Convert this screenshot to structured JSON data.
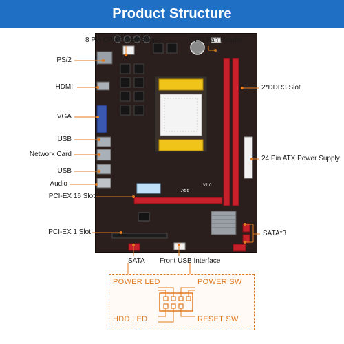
{
  "header": {
    "title": "Product Structure"
  },
  "callouts": {
    "cpu_power": "8 Pin CPU Power Supply",
    "cpu_fan": "CPU Fan Header",
    "ps2": "PS/2",
    "hdmi": "HDMI",
    "vga": "VGA",
    "usb_top": "USB",
    "network": "Network Card",
    "usb_bottom": "USB",
    "audio": "Audio",
    "pcie16": "PCI-EX 16 Slot",
    "pcie1": "PCI-EX 1 Slot",
    "ddr3": "2*DDR3 Slot",
    "atx_power": "24 Pin ATX Power Supply",
    "sata3": "SATA*3",
    "sata": "SATA",
    "front_usb": "Front USB Interface"
  },
  "board": {
    "chip_label": "A55",
    "version": "V1.0"
  },
  "panel_header": {
    "power_led": "POWER LED",
    "power_sw": "POWER SW",
    "hdd_led": "HDD  LED",
    "reset_sw": "RESET SW"
  },
  "colors": {
    "banner": "#1f6fc5",
    "callout_line": "#e07a20",
    "dimm": "#c8202a",
    "socket_clip": "#f0c419"
  }
}
